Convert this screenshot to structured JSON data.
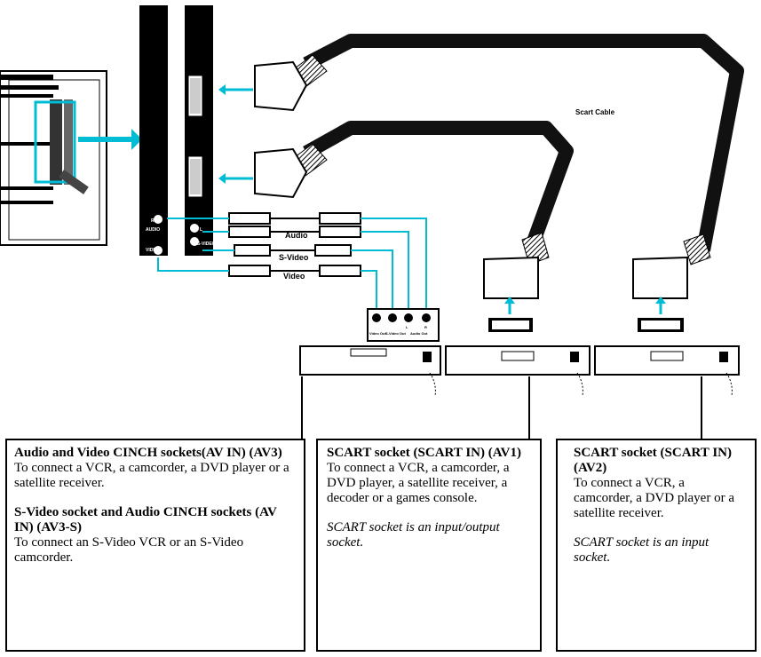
{
  "labels": {
    "scart_cable": "Scart Cable",
    "audio": "Audio",
    "svideo": "S-Video",
    "video": "Video",
    "tv_audio": "AUDIO",
    "tv_video": "VIDEO",
    "tv_svideo": "S-VIDEO",
    "tv_r": "R",
    "tv_l": "L",
    "panel_video_out": "Video Out",
    "panel_svideo_out": "S-Video Out",
    "panel_audio_out": "Audio Out",
    "panel_l": "L",
    "panel_r": "R"
  },
  "boxes": {
    "av3": {
      "title1": "Audio and Video CINCH sockets(AV IN) (AV3)",
      "desc1": "To connect a VCR, a camcorder, a DVD player or a satellite receiver.",
      "title2": "S-Video socket and Audio CINCH sockets (AV IN) (AV3-S)",
      "desc2": "To connect an S-Video VCR or an S-Video camcorder."
    },
    "av1": {
      "title": "SCART socket (SCART IN) (AV1)",
      "desc": "To connect a VCR, a camcorder, a DVD player, a satellite receiver, a decoder or a games console.",
      "note": "SCART socket is an input/output socket."
    },
    "av2": {
      "title": "SCART socket (SCART IN) (AV2)",
      "desc": "To connect a VCR, a camcorder, a DVD player or a satellite receiver.",
      "note": "SCART socket is an input socket."
    }
  },
  "colors": {
    "cable": "#111111",
    "arrow": "#00bcd4",
    "line": "#000000"
  }
}
